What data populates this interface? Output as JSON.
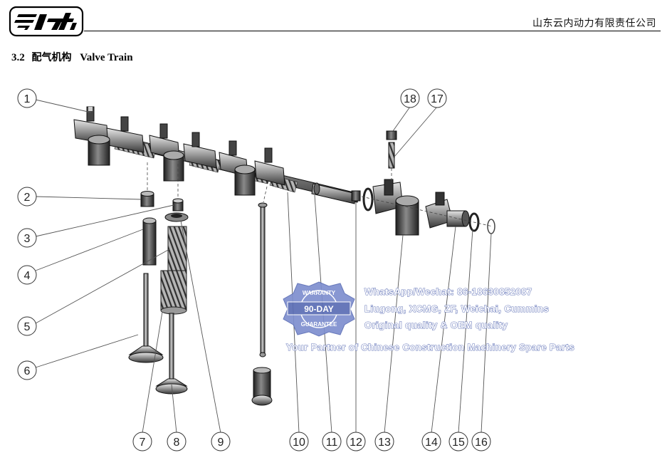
{
  "header": {
    "company": "山东云内动力有限责任公司"
  },
  "section": {
    "number": "3.2",
    "title_zh": "配气机构",
    "title_en": "Valve Train"
  },
  "callouts": [
    "1",
    "2",
    "3",
    "4",
    "5",
    "6",
    "7",
    "8",
    "9",
    "10",
    "11",
    "12",
    "13",
    "14",
    "15",
    "16",
    "17",
    "18"
  ],
  "watermark": {
    "badge_top": "WARRANTY",
    "badge_mid": "90-DAY",
    "badge_bottom": "GUARANTEE",
    "line1": "WhatsApp/Wechat: 86-18630852087",
    "line2": "Liugong,  XCMG,  ZF,  Weichai,  Cummins",
    "line3": "Original  quality  &  OEM  quality",
    "line4": "Your Partner of Chinese Construction Machinery Spare Parts",
    "color": "#5b6db5"
  }
}
